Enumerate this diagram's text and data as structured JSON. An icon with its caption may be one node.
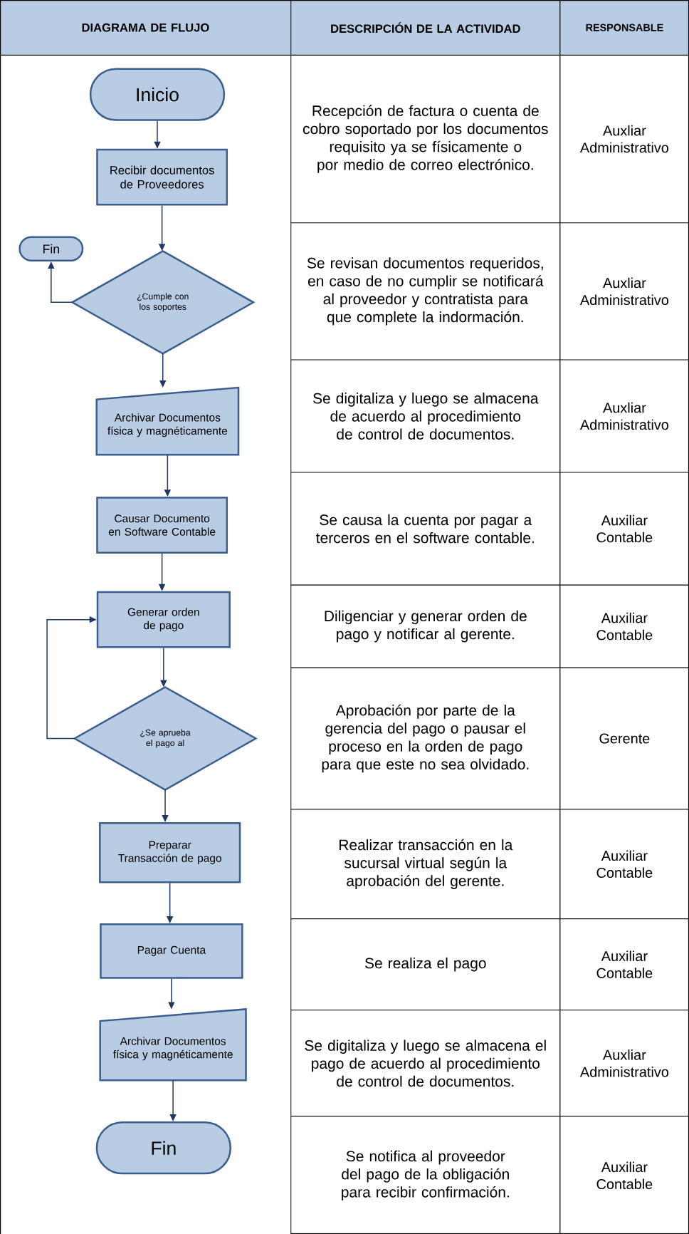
{
  "diagram": {
    "nodes": [
      {
        "text": [
          "Inicio"
        ]
      },
      {
        "text": [
          "Recibir documentos de Proveedores"
        ]
      },
      {
        "text": [
          "Fin"
        ]
      },
      {
        "text": [
          "¿Cumple con los soportes"
        ]
      },
      {
        "text": [
          "Archivar Documentos física y magnéticamente"
        ]
      },
      {
        "text": [
          "Causar Documento en Software Contable"
        ]
      },
      {
        "text": [
          "Generar orden de pago"
        ]
      },
      {
        "text": [
          "¿Se aprueba el pago al"
        ]
      },
      {
        "text": [
          "Preparar Transacción de pago"
        ]
      },
      {
        "text": [
          "Pagar Cuenta"
        ]
      },
      {
        "text": [
          "Archivar Documentos física y magnéticamente"
        ]
      },
      {
        "text": [
          "Fin"
        ]
      }
    ],
    "edges": [
      {
        "from": 0,
        "to": 1,
        "arrow": "to"
      },
      {
        "from": 1,
        "to": 3,
        "arrow": "to"
      },
      {
        "from": 3,
        "to": 2,
        "arrow": "to"
      },
      {
        "from": 3,
        "to": 4,
        "arrow": "to"
      },
      {
        "from": 4,
        "to": 5,
        "arrow": "to"
      },
      {
        "from": 5,
        "to": 6,
        "arrow": "to"
      },
      {
        "from": 6,
        "to": 7,
        "arrow": "to"
      },
      {
        "from": 7,
        "to": 6,
        "arrow": "to"
      },
      {
        "from": 7,
        "to": 8,
        "arrow": "to"
      },
      {
        "from": 8,
        "to": 9,
        "arrow": "to"
      },
      {
        "from": 9,
        "to": 10,
        "arrow": "to"
      },
      {
        "from": 10,
        "to": 11,
        "arrow": "to"
      }
    ],
    "labels": [
      "DIAGRAMA DE FLUJO",
      "DESCRIPCIÓN DE LA ACTIVIDAD",
      "RESPONSABLE",
      "Recepción de factura o cuenta de cobro soportado por los documentos requisito ya se físicamente o por medio de correo electrónico.",
      "Auxliar Administrativo",
      "Se revisan documentos requeridos, en caso de no cumplir se notificará al proveedor y contratista  para que complete la indormación.",
      "Auxliar Administrativo",
      "Se digitaliza y luego se almacena de acuerdo al procedimiento de control de documentos.",
      "Auxliar Administrativo",
      "Se  causa la cuenta por pagar a terceros en el software contable.",
      "Auxiliar Contable",
      "Diligenciar y generar orden de pago y notificar al gerente.",
      "Auxiliar Contable",
      "Aprobación por parte de la gerencia del pago o pausar el proceso en la orden de pago para que este no sea olvidado.",
      "Gerente",
      "Realizar transacción en la sucursal virtual según la aprobación del gerente.",
      "Auxiliar Contable",
      "Se realiza el pago",
      "Auxiliar Contable",
      "Se digitaliza y luego se almacena el pago de acuerdo al procedimiento de control de documentos.",
      "Auxliar Administrativo",
      "Se notifica al proveedor del pago de la obligación para recibir confirmación.",
      "Auxiliar Contable"
    ]
  }
}
